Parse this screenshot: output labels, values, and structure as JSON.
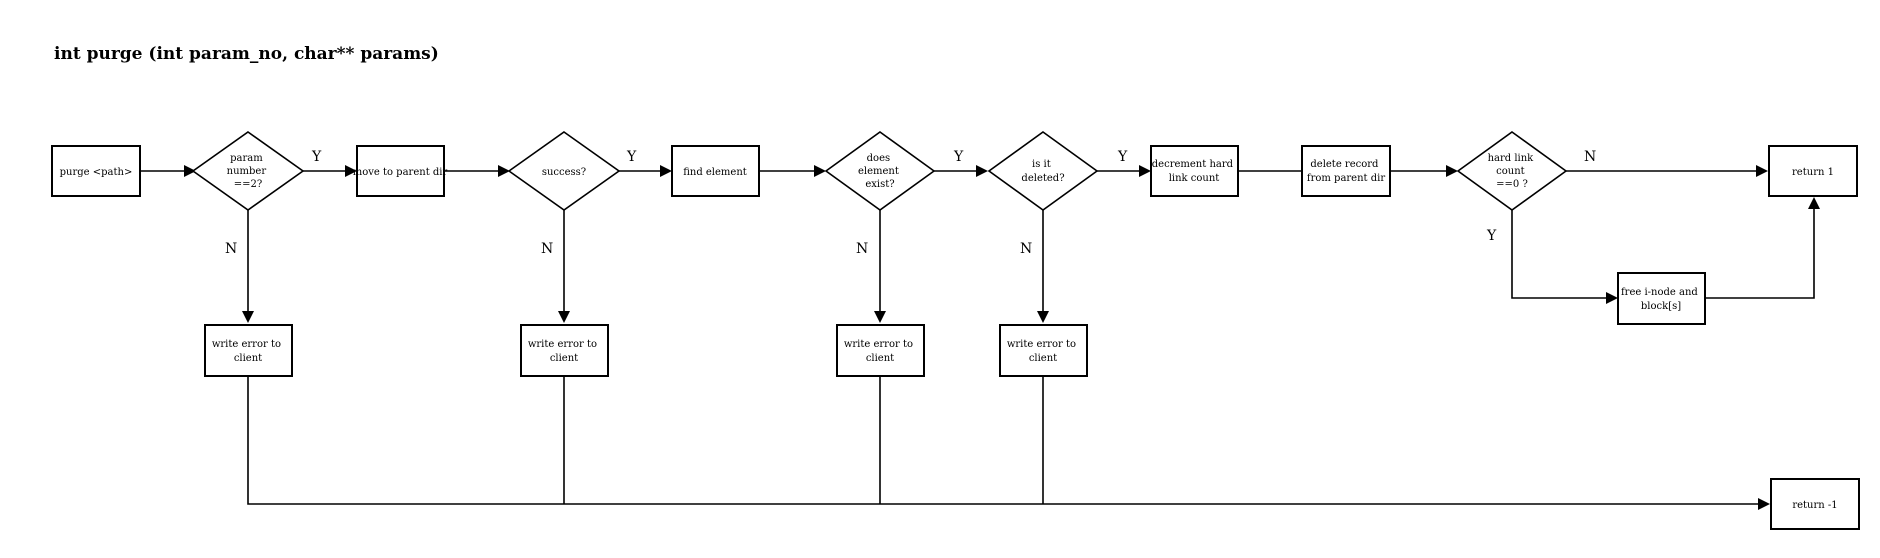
{
  "title": "int purge (int param_no, char** params)",
  "nodes": {
    "purge": [
      "purge <path>"
    ],
    "d_param": [
      "param",
      "number",
      "==2?"
    ],
    "move": [
      "move to parent dir"
    ],
    "d_success": [
      "success?"
    ],
    "find": [
      "find element"
    ],
    "d_exist": [
      "does",
      "element",
      "exist?"
    ],
    "d_deleted": [
      "is it",
      "deleted?"
    ],
    "decrement": [
      "decrement hard",
      "link count"
    ],
    "delrec": [
      "delete record",
      "from parent dir"
    ],
    "d_hard": [
      "hard link",
      "count",
      "==0 ?"
    ],
    "ret1": [
      "return 1"
    ],
    "free": [
      "free i-node and",
      "block[s]"
    ],
    "err1": [
      "write error to",
      "client"
    ],
    "err2": [
      "write error to",
      "client"
    ],
    "err3": [
      "write error to",
      "client"
    ],
    "err4": [
      "write error to",
      "client"
    ],
    "retm1": [
      "return -1"
    ]
  },
  "edge_labels": {
    "y1": "Y",
    "y2": "Y",
    "y3": "Y",
    "y4": "Y",
    "y5": "Y",
    "n1": "N",
    "n2": "N",
    "n3": "N",
    "n4": "N",
    "n5": "N"
  }
}
